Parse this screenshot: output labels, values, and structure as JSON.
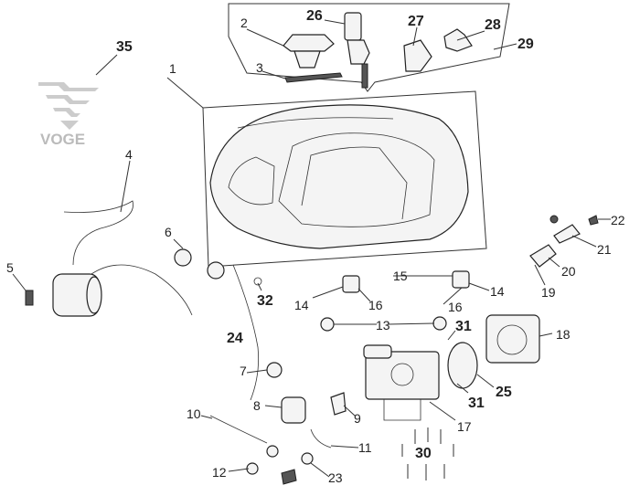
{
  "diagram": {
    "brand_logo": "VOGE",
    "labels": {
      "p1": "1",
      "p2": "2",
      "p3": "3",
      "p4": "4",
      "p5": "5",
      "p6": "6",
      "p7": "7",
      "p8": "8",
      "p9": "9",
      "p10": "10",
      "p11": "11",
      "p12": "12",
      "p13": "13",
      "p14a": "14",
      "p14b": "14",
      "p15": "15",
      "p16a": "16",
      "p16b": "16",
      "p17": "17",
      "p18": "18",
      "p19": "19",
      "p20": "20",
      "p21": "21",
      "p22": "22",
      "p23": "23",
      "p24": "24",
      "p25": "25",
      "p26": "26",
      "p27": "27",
      "p28": "28",
      "p29": "29",
      "p30": "30",
      "p31a": "31",
      "p31b": "31",
      "p32": "32",
      "p35": "35"
    }
  }
}
